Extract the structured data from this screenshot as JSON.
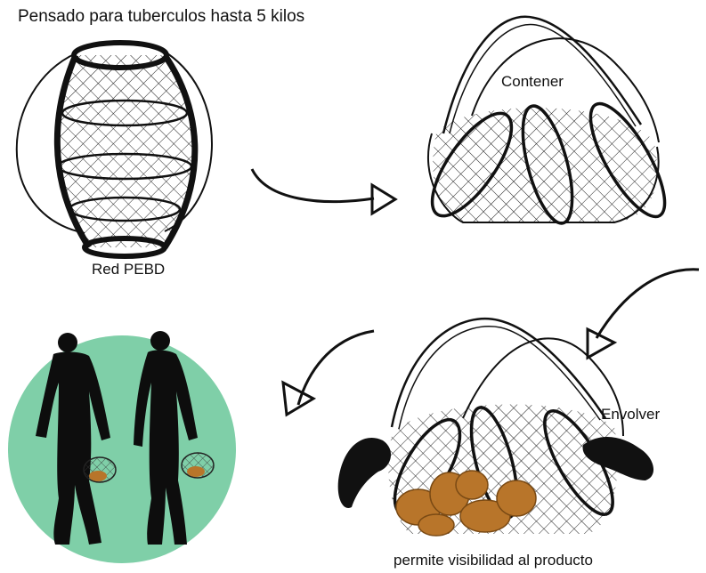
{
  "title": "Pensado para tuberculos hasta 5 kilos",
  "labels": {
    "material": "Red PEBD",
    "contain": "Contener",
    "wrap": "Envolver",
    "visibility": "permite visibilidad al producto"
  },
  "colors": {
    "circle": "#7fcfa8",
    "ink": "#111111",
    "produce": "#b8752a"
  }
}
